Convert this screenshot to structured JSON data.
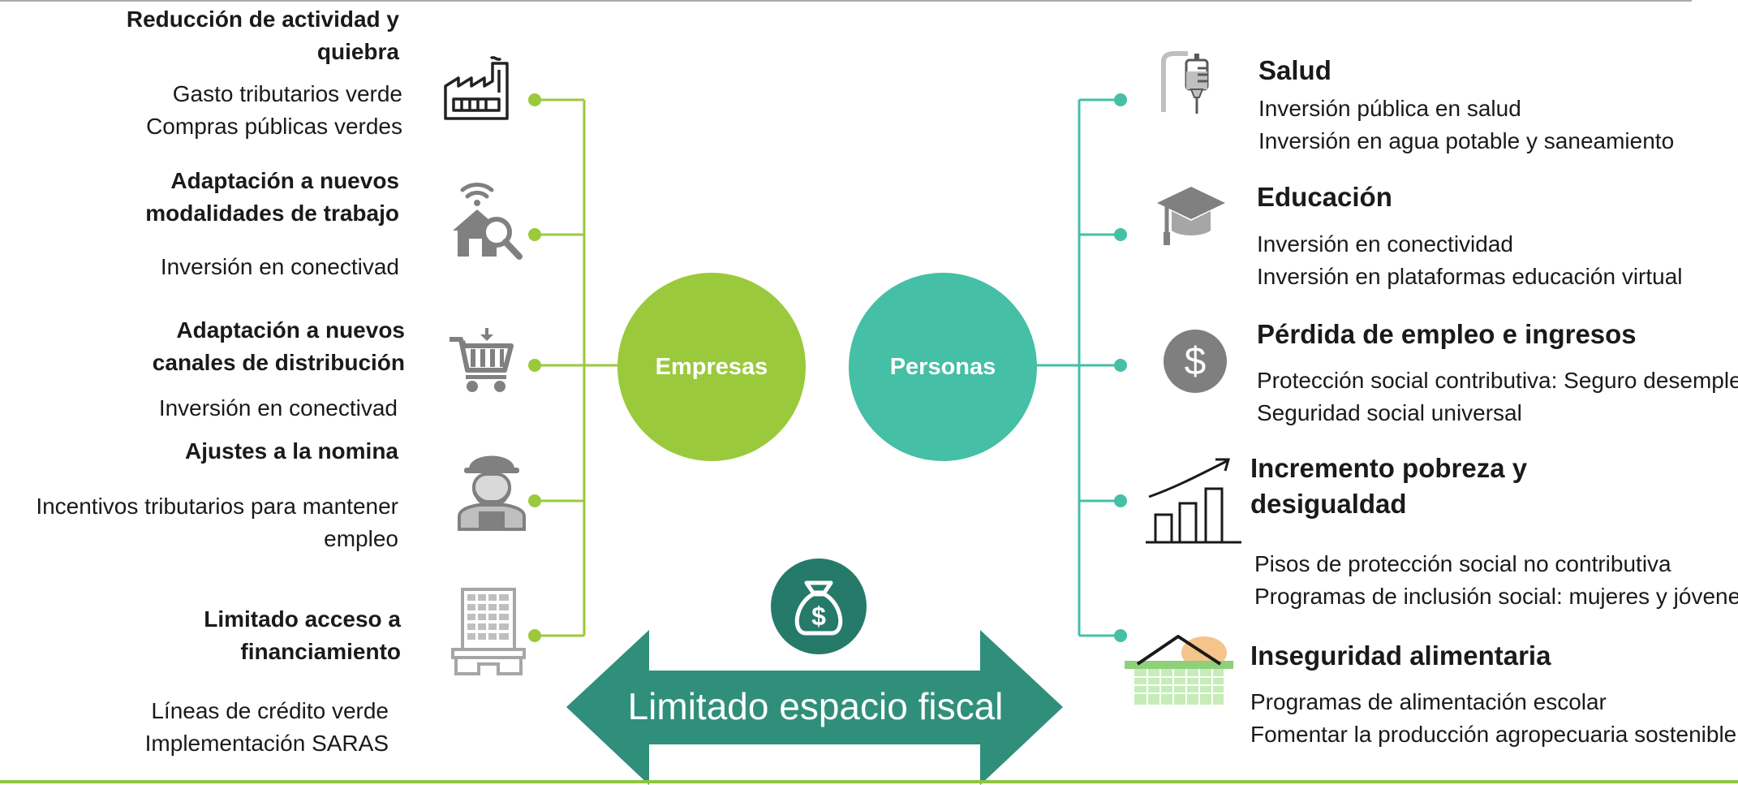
{
  "colors": {
    "empresas": "#9aca3c",
    "personas": "#45bfa5",
    "arrow": "#2f8f7a",
    "money_circle": "#257a6a",
    "icon_gray": "#808080"
  },
  "center": {
    "empresas": "Empresas",
    "personas": "Personas"
  },
  "fiscal": {
    "label": "Limitado espacio fiscal",
    "icon": "money-bag-icon"
  },
  "empresas_items": [
    {
      "icon": "factory-icon",
      "title": [
        "Reducción de actividad y",
        "quiebra"
      ],
      "measures": [
        "Gasto tributarios verde",
        "Compras públicas verdes"
      ]
    },
    {
      "icon": "home-search-icon",
      "title": [
        "Adaptación a nuevos",
        "modalidades de trabajo"
      ],
      "measures": [
        "Inversión en conectivad"
      ]
    },
    {
      "icon": "shopping-cart-icon",
      "title": [
        "Adaptación a nuevos",
        "canales de distribución"
      ],
      "measures": [
        "Inversión en conectivad"
      ]
    },
    {
      "icon": "worker-icon",
      "title": [
        "Ajustes a la nomina"
      ],
      "measures": [
        "Incentivos tributarios para mantener",
        "empleo"
      ]
    },
    {
      "icon": "office-building-icon",
      "title": [
        "Limitado acceso a",
        "financiamiento"
      ],
      "measures": [
        "Líneas de crédito verde",
        "Implementación SARAS"
      ]
    }
  ],
  "personas_items": [
    {
      "icon": "iv-drip-icon",
      "title": "Salud",
      "measures": [
        "Inversión pública en salud",
        "Inversión en agua potable y saneamiento"
      ]
    },
    {
      "icon": "graduation-cap-icon",
      "title": "Educación",
      "measures": [
        "Inversión en conectividad",
        "Inversión en plataformas educación virtual"
      ]
    },
    {
      "icon": "dollar-coin-icon",
      "title": "Pérdida de empleo e ingresos",
      "measures": [
        "Protección social contributiva: Seguro desempleo",
        "Seguridad social universal"
      ]
    },
    {
      "icon": "growth-chart-icon",
      "title": [
        "Incremento pobreza y",
        "desigualdad"
      ],
      "measures": [
        "Pisos de protección social no contributiva",
        "Programas de inclusión social: mujeres y jóvenes"
      ]
    },
    {
      "icon": "food-basket-icon",
      "title": "Inseguridad alimentaria",
      "measures": [
        "Programas de alimentación escolar",
        "Fomentar la producción agropecuaria sostenible"
      ]
    }
  ]
}
